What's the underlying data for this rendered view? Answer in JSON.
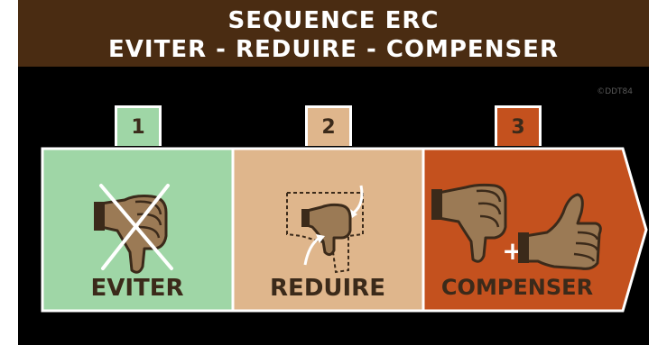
{
  "header": {
    "line1": "SEQUENCE ERC",
    "line2": "EVITER - REDUIRE - COMPENSER"
  },
  "credit": "©DDT84",
  "steps": [
    {
      "number": "1",
      "label": "EVITER",
      "color": "#9fd6a6"
    },
    {
      "number": "2",
      "label": "REDUIRE",
      "color": "#dfb68c"
    },
    {
      "number": "3",
      "label": "COMPENSER",
      "color": "#c4511e"
    }
  ],
  "colors": {
    "header_bg": "#4a2c12",
    "background": "#000000",
    "text_dark": "#3b2a1a",
    "outline": "#ffffff"
  },
  "icons": [
    "thumbs-down-crossed-icon",
    "thumbs-down-shrink-icon",
    "thumbs-down-plus-thumbs-up-icon"
  ]
}
